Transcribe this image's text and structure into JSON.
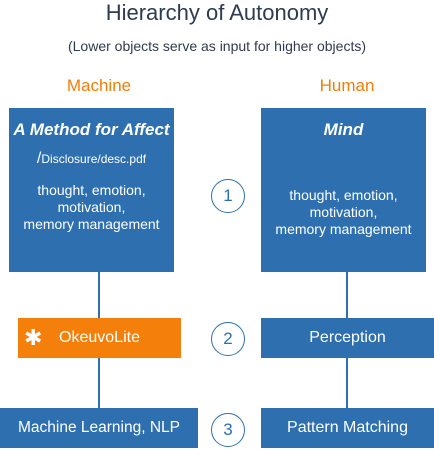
{
  "title": "Hierarchy of Autonomy",
  "subtitle": "(Lower objects serve as input for higher objects)",
  "columns": {
    "machine": {
      "heading": "Machine",
      "top": {
        "title": "A Method for Affect",
        "path_slash": "/",
        "path": "Disclosure/desc.pdf",
        "body_lines": [
          "thought, emotion,",
          "motivation,",
          "memory management"
        ]
      },
      "middle": {
        "icon": "asterisk-icon",
        "label": "OkeuvoLite"
      },
      "bottom": {
        "label": "Machine Learning, NLP"
      }
    },
    "human": {
      "heading": "Human",
      "top": {
        "title": "Mind",
        "body_lines": [
          "thought, emotion,",
          "motivation,",
          "memory management"
        ]
      },
      "middle": {
        "label": "Perception"
      },
      "bottom": {
        "label": "Pattern Matching"
      }
    }
  },
  "levels": [
    "1",
    "2",
    "3"
  ],
  "colors": {
    "blue": "#2e6faf",
    "orange": "#f47f0a",
    "text": "#2f3b4e"
  }
}
